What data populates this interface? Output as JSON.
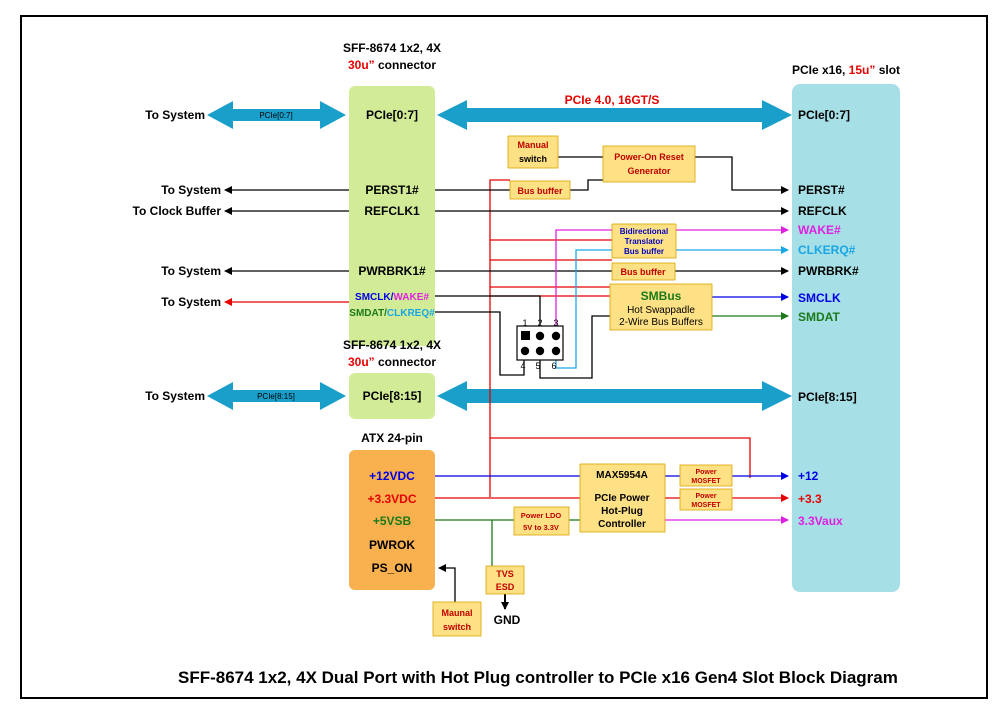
{
  "title": "SFF-8674 1x2, 4X Dual Port with Hot Plug controller to PCIe x16 Gen4 Slot Block Diagram",
  "connector_top": {
    "line1": "SFF-8674 1x2, 4X",
    "line2_red": "30u”",
    "line2_rest": " connector",
    "lane_label": "PCIe[0:7]"
  },
  "connector_bottom": {
    "line1": "SFF-8674 1x2, 4X",
    "line2_red": "30u”",
    "line2_rest": " connector",
    "lane_label": "PCIe[8:15]"
  },
  "connector_signals": [
    "PERST1#",
    "REFCLK1",
    "PWRBRK1#"
  ],
  "smclk": {
    "a": "SMCLK/",
    "b": "WAKE#"
  },
  "smdat": {
    "a": "SMDAT/",
    "b": "CLKREQ#"
  },
  "slot": {
    "title_a": "PCIe x16, ",
    "title_red": "15u”",
    "title_b": " slot",
    "labels": [
      "PCIe[0:7]",
      "PERST#",
      "REFCLK",
      "WAKE#",
      "CLKERQ#",
      "PWRBRK#",
      "SMCLK",
      "SMDAT",
      "PCIe[8:15]",
      "+12",
      "+3.3",
      "3.3Vaux"
    ]
  },
  "left_labels": {
    "to_system": "To System",
    "to_clock_buffer": "To Clock Buffer",
    "bus_top": "PCIe[0:7]",
    "bus_bottom": "PCIe[8:15]"
  },
  "link_label": "PCIe 4.0, 16GT/S",
  "manual_switch": {
    "line1": "Manual",
    "line2": "switch"
  },
  "por": {
    "line1": "Power-On Reset",
    "line2": "Generator"
  },
  "bus_buffer": "Bus buffer",
  "bidir": {
    "line1": "Bidirectional",
    "line2": "Translator",
    "line3": "Bus buffer"
  },
  "smbus": {
    "line1": "SMBus",
    "line2": "Hot Swappadle",
    "line3": "2-Wire Bus Buffers"
  },
  "jumper_pins": [
    "1",
    "2",
    "3",
    "4",
    "5",
    "6"
  ],
  "atx": {
    "title": "ATX 24-pin",
    "rails": [
      "+12VDC",
      "+3.3VDC",
      "+5VSB",
      "PWROK",
      "PS_ON"
    ]
  },
  "controller": {
    "top": "MAX5954A",
    "line1": "PCIe Power",
    "line2": "Hot-Plug",
    "line3": "Controller"
  },
  "mosfet": {
    "line1": "Power",
    "line2": "MOSFET"
  },
  "ldo": {
    "line1": "Power LDO",
    "line2": "5V to 3.3V"
  },
  "tvs": {
    "line1": "TVS",
    "line2": "ESD"
  },
  "gnd": "GND",
  "manual_switch2": {
    "line1": "Maunal",
    "line2": "switch"
  },
  "colors": {
    "conn_green": "#d2eb97",
    "slot_blue": "#a6dfe6",
    "atx_orange": "#f8b14e",
    "note_yellow": "#fde184",
    "bus_arrow": "#1a9fca",
    "red": "#e60000",
    "blue": "#0000e6",
    "green": "#1a7a1a",
    "magenta": "#e020e0",
    "cyan": "#1aa6e6"
  }
}
